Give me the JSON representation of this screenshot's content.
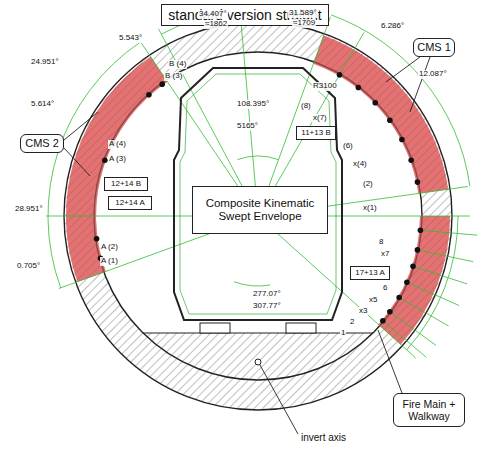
{
  "diagram": {
    "title": "standard version straight",
    "nodes": [
      {
        "text": [
          "CMS 1"
        ]
      },
      {
        "text": [
          "11+13 B"
        ]
      },
      {
        "text": [
          "CMS 2"
        ]
      },
      {
        "text": [
          "12+14 B"
        ]
      },
      {
        "text": [
          "Composite Kinematic Swept Envelope"
        ]
      },
      {
        "text": [
          "12+14 A"
        ]
      },
      {
        "text": [
          "17+13 A"
        ]
      },
      {
        "text": [
          "Fire Main + Walkway"
        ]
      }
    ],
    "labels": [
      "34.407°",
      "≈1862",
      "31.589°",
      "≈1709",
      "6.286°",
      "5.543°",
      "24.951°",
      "12.087°",
      "B (4)",
      "R3100",
      "B (3)",
      "(8)",
      "108.395°",
      "5.614°",
      "x(7)",
      "5165°",
      "A (4)",
      "(6)",
      "A (3)",
      "x(4)",
      "(2)",
      "28.951°",
      "x(1)",
      "8",
      "x7",
      "A (2)",
      "A (1)",
      "0.705°",
      "6",
      "277.07°",
      "x5",
      "307.77°",
      "x3",
      "2",
      "1",
      "invert axis"
    ]
  }
}
